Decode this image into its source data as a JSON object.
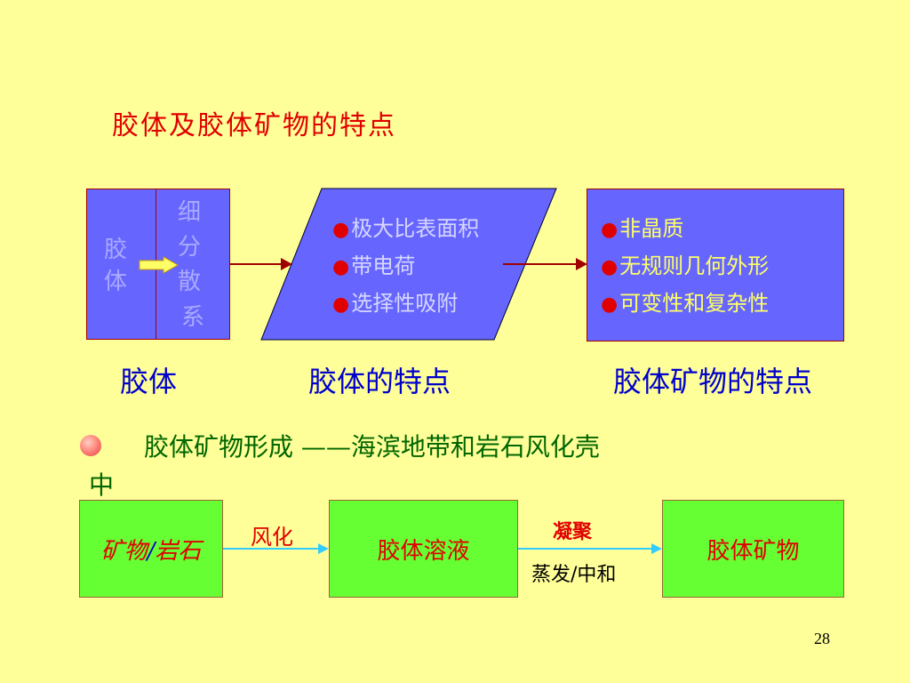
{
  "title": "胶体及胶体矿物的特点",
  "box_colloid": {
    "label_chars": [
      "胶",
      "体"
    ],
    "dispersion_chars": [
      "细",
      "分",
      "散",
      "系"
    ]
  },
  "box_features": {
    "items": [
      "极大比表面积",
      "带电荷",
      "选择性吸附"
    ],
    "bullet": "●"
  },
  "box_mineral": {
    "items": [
      "非晶质",
      "无规则几何外形",
      "可变性和复杂性"
    ],
    "bullet": "●"
  },
  "captions": [
    "胶体",
    "胶体的特点",
    "胶体矿物的特点"
  ],
  "formation": {
    "text_line1": "胶体矿物形成 ——海滨地带和岩石风化壳",
    "text_line2": "中"
  },
  "flow": {
    "box1_part1": "矿物",
    "box1_slash": "/",
    "box1_part2": "岩石",
    "arrow1_label": "风化",
    "box2": "胶体溶液",
    "arrow2_label_top": "凝聚",
    "arrow2_label_bottom": "蒸发/中和",
    "box3": "胶体矿物"
  },
  "page_number": "28",
  "colors": {
    "background": "#FFFF99",
    "blue_box": "#6666FF",
    "green_box": "#66FF33",
    "red_text": "#E00000",
    "caption_blue": "#0000CC",
    "flow_arrow": "#33CCFF"
  }
}
